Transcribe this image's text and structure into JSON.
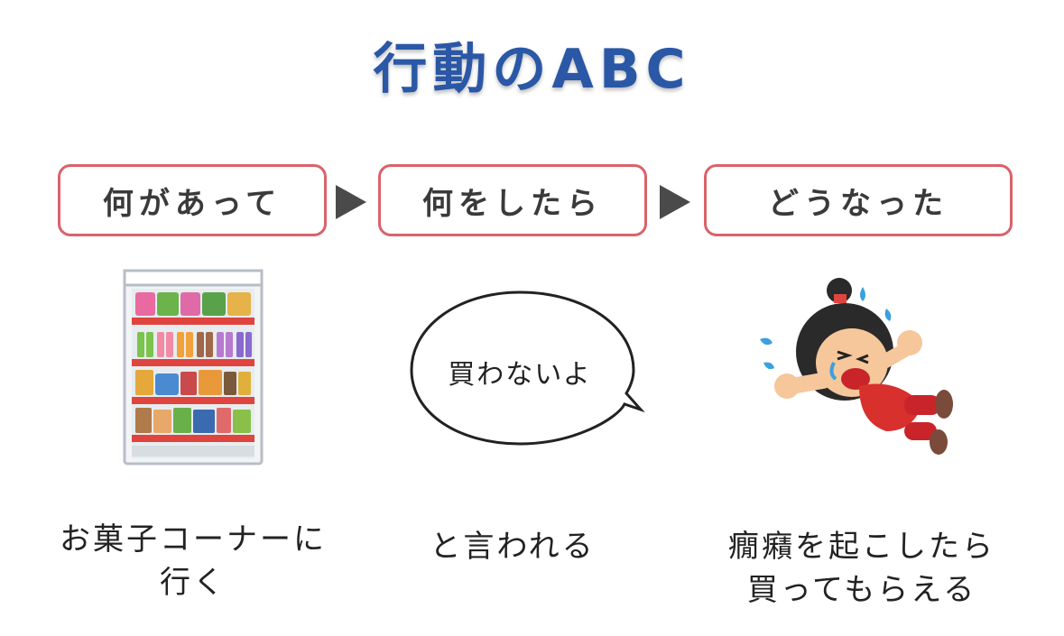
{
  "title": "行動のABC",
  "steps": [
    {
      "label": "何があって",
      "caption": [
        "お菓子コーナーに",
        "行く"
      ]
    },
    {
      "label": "何をしたら",
      "caption": [
        "と言われる"
      ],
      "speech": "買わないよ"
    },
    {
      "label": "どうなった",
      "caption": [
        "癇癪を起こしたら",
        "買ってもらえる"
      ]
    }
  ],
  "colors": {
    "title": "#2a58a6",
    "step_border": "#d9626b",
    "arrow": "#4a4a4a"
  },
  "icons": [
    "snack-shelf-illustration",
    "speech-bubble",
    "crying-child-illustration"
  ]
}
